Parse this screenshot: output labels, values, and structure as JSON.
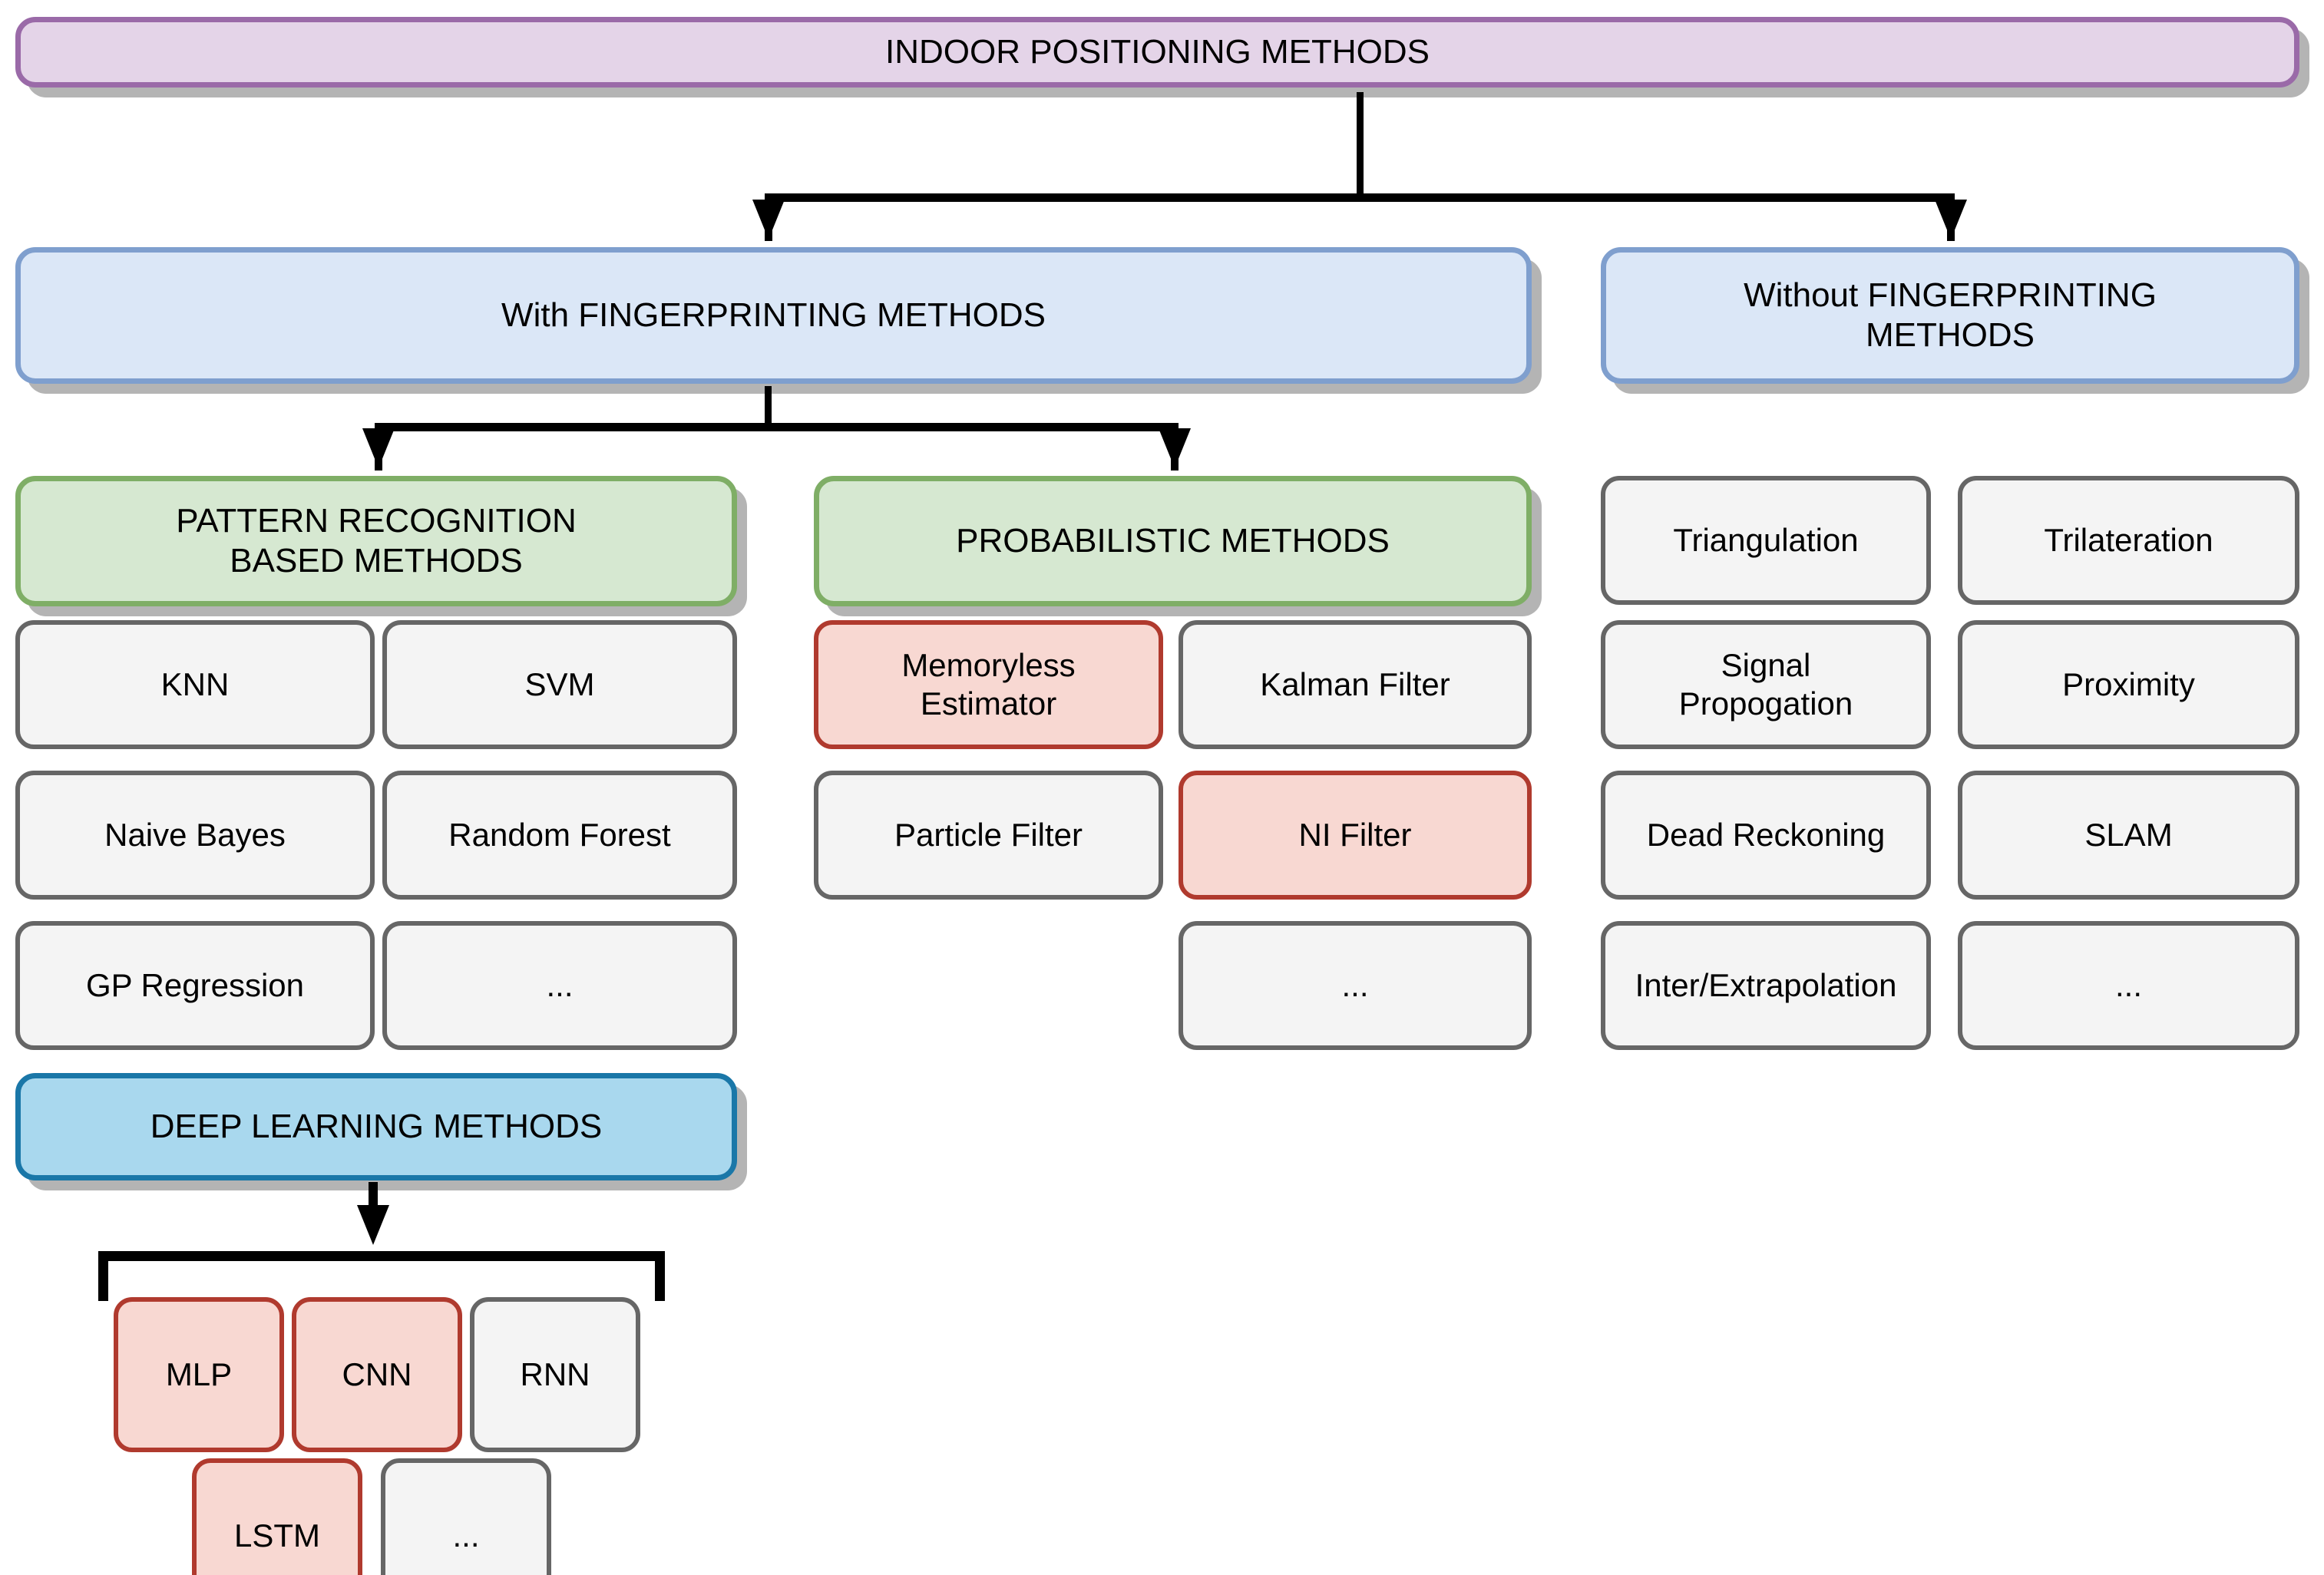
{
  "diagram": {
    "title": "INDOOR POSITIONING METHODS",
    "type": "tree-taxonomy"
  },
  "colors": {
    "root_fill": "#e4d4e8",
    "root_border": "#9a6aa8",
    "category_fill": "#dbe7f7",
    "category_border": "#7f9fce",
    "group_fill": "#d6e8d1",
    "group_border": "#7fae66",
    "deep_fill": "#a9d8ee",
    "deep_border": "#1a77a8",
    "leaf_fill": "#f4f4f4",
    "leaf_border": "#666666",
    "highlight_fill": "#f8d8d2",
    "highlight_border": "#b03a2e",
    "connector": "#000000",
    "shadow": "#b0b0b0"
  },
  "nodes": {
    "root": "INDOOR POSITIONING METHODS",
    "with_fingerprinting": "With FINGERPRINTING METHODS",
    "without_fingerprinting": "Without FINGERPRINTING\nMETHODS",
    "pattern_recognition": "PATTERN RECOGNITION\nBASED METHODS",
    "probabilistic": "PROBABILISTIC METHODS",
    "deep_learning": "DEEP LEARNING METHODS"
  },
  "pattern_recognition_leaves": [
    {
      "label": "KNN",
      "highlight": false
    },
    {
      "label": "SVM",
      "highlight": false
    },
    {
      "label": "Naive Bayes",
      "highlight": false
    },
    {
      "label": "Random Forest",
      "highlight": false
    },
    {
      "label": "GP Regression",
      "highlight": false
    },
    {
      "label": "...",
      "highlight": false
    }
  ],
  "probabilistic_leaves": [
    {
      "label": "Memoryless\nEstimator",
      "highlight": true
    },
    {
      "label": "Kalman Filter",
      "highlight": false
    },
    {
      "label": "Particle Filter",
      "highlight": false
    },
    {
      "label": "NI Filter",
      "highlight": true
    },
    {
      "label": "...",
      "highlight": false
    }
  ],
  "deep_learning_leaves": [
    {
      "label": "MLP",
      "highlight": true
    },
    {
      "label": "CNN",
      "highlight": true
    },
    {
      "label": "RNN",
      "highlight": false
    },
    {
      "label": "LSTM",
      "highlight": true
    },
    {
      "label": "...",
      "highlight": false
    }
  ],
  "without_fingerprinting_leaves": [
    {
      "label": "Triangulation",
      "highlight": false
    },
    {
      "label": "Trilateration",
      "highlight": false
    },
    {
      "label": "Signal\nPropogation",
      "highlight": false
    },
    {
      "label": "Proximity",
      "highlight": false
    },
    {
      "label": "Dead Reckoning",
      "highlight": false
    },
    {
      "label": "SLAM",
      "highlight": false
    },
    {
      "label": "Inter/Extrapolation",
      "highlight": false
    },
    {
      "label": "...",
      "highlight": false
    }
  ]
}
